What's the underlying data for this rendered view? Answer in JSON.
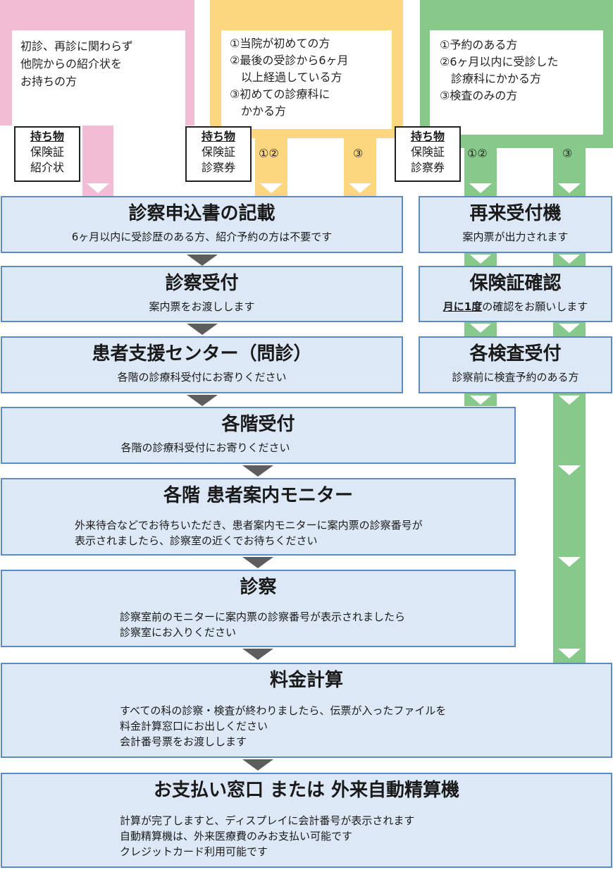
{
  "columns": {
    "referral": {
      "color": "#f2bcd4",
      "conditions": [
        "初診、再診に関わらず",
        "他院からの紹介状を",
        "お持ちの方"
      ],
      "items_title": "持ち物",
      "items": [
        "保険証",
        "紹介状"
      ]
    },
    "first_visit": {
      "color": "#fcd77f",
      "conditions": [
        "①当院が初めての方",
        "②最後の受診から6ヶ月",
        "　以上経過している方",
        "③初めての診療科に",
        "　かかる方"
      ],
      "items_title": "持ち物",
      "items": [
        "保険証",
        "診察券"
      ],
      "route_marks": [
        "①②",
        "③"
      ]
    },
    "return_visit": {
      "color": "#86c98a",
      "conditions": [
        "①予約のある方",
        "②6ヶ月以内に受診した",
        "　診療科にかかる方",
        "③検査のみの方"
      ],
      "items_title": "持ち物",
      "items": [
        "保険証",
        "診察券"
      ],
      "route_marks": [
        "①②",
        "③"
      ]
    }
  },
  "steps": {
    "application": {
      "title": "診察申込書の記載",
      "note": "6ヶ月以内に受診歴のある方、紹介予約の方は不要です"
    },
    "reception": {
      "title": "診察受付",
      "note": "案内票をお渡しします"
    },
    "support": {
      "title": "患者支援センター（問診）",
      "note": "各階の診療科受付にお寄りください"
    },
    "reentry": {
      "title": "再来受付機",
      "note": "案内票が出力されます"
    },
    "insurance": {
      "title": "保険証確認",
      "note_bold": "月に1度",
      "note_rest": "の確認をお願いします"
    },
    "exam_reception": {
      "title": "各検査受付",
      "note": "診察前に検査予約のある方"
    },
    "floor": {
      "title": "各階受付",
      "note": "各階の診療科受付にお寄りください"
    },
    "monitor": {
      "title": "各階 患者案内モニター",
      "lines": [
        "外来待合などでお待ちいただき、患者案内モニターに案内票の診察番号が",
        "表示されましたら、診察室の近くでお待ちください"
      ]
    },
    "consult": {
      "title": "診察",
      "lines": [
        "診察室前のモニターに案内票の診察番号が表示されましたら",
        "診察室にお入りください"
      ]
    },
    "billing": {
      "title": "料金計算",
      "lines": [
        "すべての科の診察・検査が終わりましたら、伝票が入ったファイルを",
        "料金計算窓口にお出しください",
        "会計番号票をお渡しします"
      ]
    },
    "payment": {
      "title": "お支払い窓口 または 外来自動精算機",
      "lines": [
        "計算が完了しますと、ディスプレイに会計番号が表示されます",
        "自動精算機は、外来医療費のみお支払い可能です",
        "クレジットカード利用可能です"
      ]
    }
  },
  "colors": {
    "step_fill": "#dce8f5",
    "step_border": "#5e8bbf",
    "arrow": "#5d5d5d"
  }
}
